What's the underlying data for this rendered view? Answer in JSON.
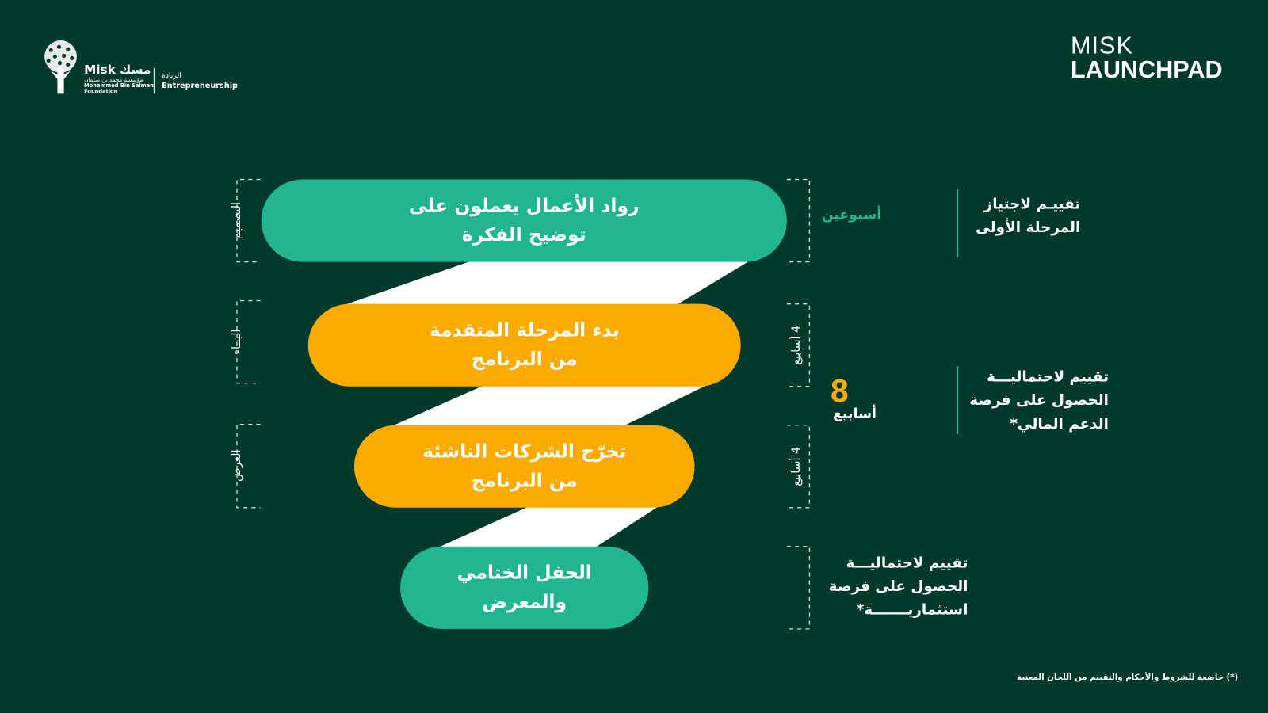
{
  "logo": {
    "misk_en": "Misk",
    "misk_ar": "مسك",
    "foundation_ar": "مؤسسة محمد بن سلمان",
    "foundation_en_1": "Mohammed Bin Salman",
    "foundation_en_2": "Foundation",
    "division_ar": "الريادة",
    "division_en": "Entrepreneurship"
  },
  "brand": {
    "line1": "MISK",
    "line2": "LAUNCHPAD"
  },
  "stages": [
    {
      "line1": "رواد الأعمال يعملون على",
      "line2": "توضيح الفكرة",
      "color": "#22b591"
    },
    {
      "line1": "بدء المرحلة المتقدمة",
      "line2": "من البرنامج",
      "color": "#fbaa00"
    },
    {
      "line1": "تخرّج الشركات الناشئة",
      "line2": "من البرنامج",
      "color": "#fbaa00"
    },
    {
      "line1": "الحفل الختامي",
      "line2": "والمعرض",
      "color": "#22b591"
    }
  ],
  "phases": [
    "التصميم",
    "البنـاء",
    "العرض"
  ],
  "durations": {
    "first": "أسبوعين",
    "second": "4 أسابيع",
    "third": "4 أسابيع",
    "total_number": "8",
    "total_unit": "أسابيع"
  },
  "evaluations": [
    {
      "line1": "تقييـم لاجتياز",
      "line2": "المرحلة الأولى"
    },
    {
      "line1": "تقييم لاحتماليـــة",
      "line2": "الحصول على فرصة",
      "line3": "الدعم المالي*"
    },
    {
      "line1": "تقييم لاحتماليـــة",
      "line2": "الحصول على فرصة",
      "line3": "استثماريـــــــة*"
    }
  ],
  "footnote": "(*) خاضعة للشروط والأحكام والتقييم من اللجان المعنية",
  "colors": {
    "background": "#013a2c",
    "teal": "#22b591",
    "orange": "#fbaa00"
  }
}
